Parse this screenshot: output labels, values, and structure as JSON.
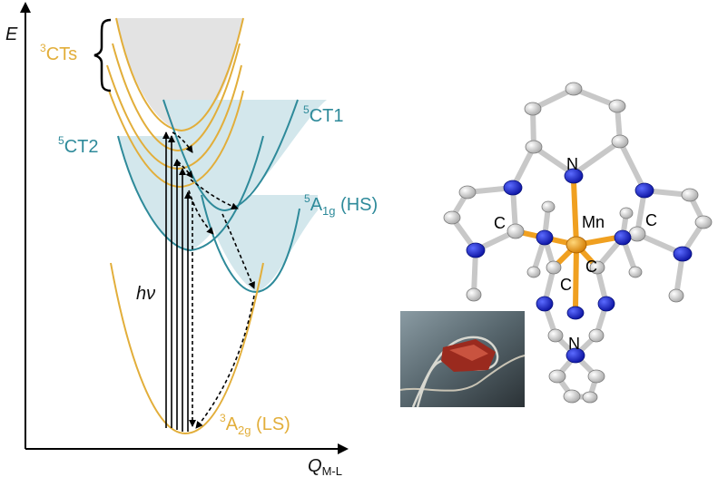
{
  "axes": {
    "y_label": "E",
    "x_label_main": "Q",
    "x_label_sub": "M-L"
  },
  "states": {
    "ct3": {
      "sup": "3",
      "text": "CTs"
    },
    "ct1": {
      "sup": "5",
      "text": "CT1"
    },
    "ct2": {
      "sup": "5",
      "text": "CT2"
    },
    "hs": {
      "sup": "5",
      "main": "A",
      "sub": "1g",
      "tail": " (HS)"
    },
    "ls": {
      "sup": "3",
      "main": "A",
      "sub": "2g",
      "tail": " (LS)"
    }
  },
  "excitation_label": "hν",
  "molecule": {
    "atom_labels": {
      "n_top": "N",
      "metal": "Mn",
      "c_left": "C",
      "c_right": "C",
      "c_center": "C",
      "c_lower": "C",
      "n_bottom": "N"
    }
  },
  "colors": {
    "ct3": "#E2AE3A",
    "ct5": "#2E8A9A",
    "ls": "#E2AE3A",
    "nitrogen": "#1F2ACF",
    "manganese": "#F0A020",
    "carbon": "#D4D4D4"
  }
}
